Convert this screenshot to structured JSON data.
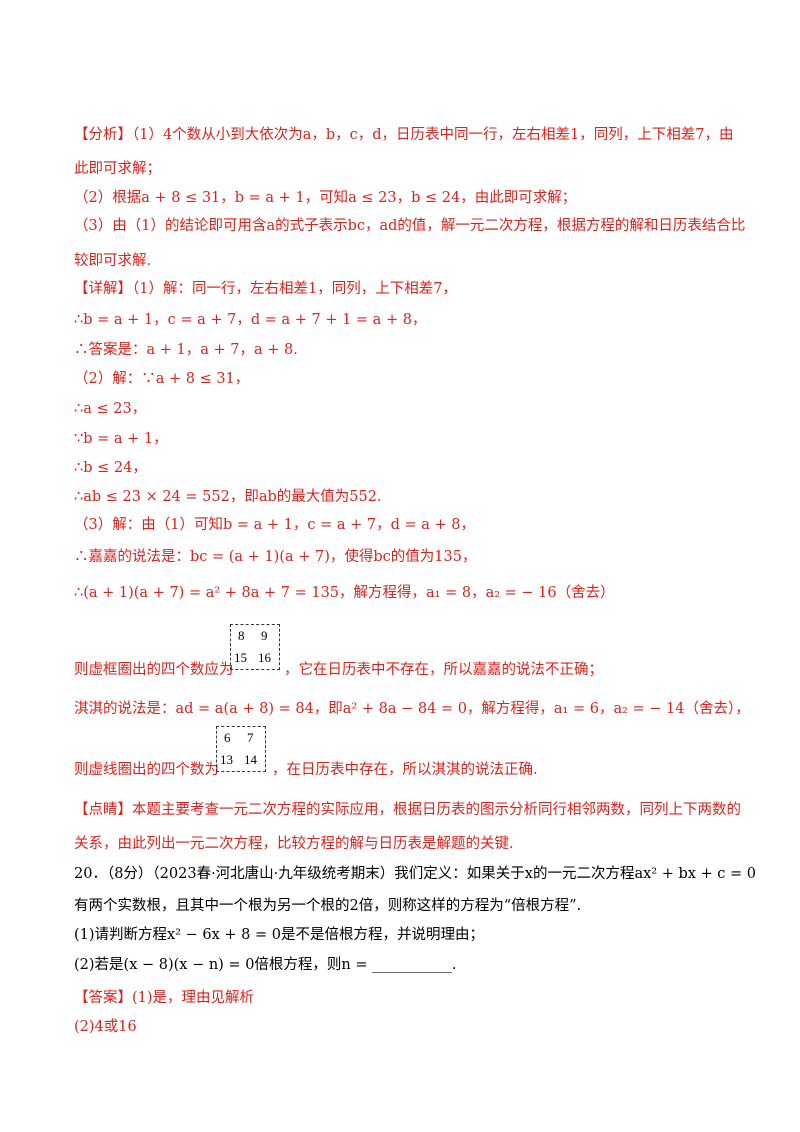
{
  "analysis": {
    "l1": "【分析】（1）4个数从小到大依次为a，b，c，d，日历表中同一行，左右相差1，同列，上下相差7，由",
    "l2": "此即可求解；",
    "l3": "（2）根据a + 8 ≤ 31，b = a + 1，可知a ≤ 23，b ≤ 24，由此即可求解；",
    "l4": "（3）由（1）的结论即可用含a的式子表示bc，ad的值，解一元二次方程，根据方程的解和日历表结合比",
    "l5": "较即可求解."
  },
  "detail": {
    "l1": "【详解】（1）解：同一行，左右相差1，同列，上下相差7，",
    "l2": "∴b = a + 1，c = a + 7，d = a + 7 + 1 = a + 8，",
    "l3": "∴答案是：a + 1，a + 7，a + 8.",
    "l4": "（2）解：∵a + 8 ≤ 31，",
    "l5": "∴a ≤ 23，",
    "l6": "∵b = a + 1，",
    "l7": "∴b ≤ 24，",
    "l8": "∴ab ≤ 23 × 24 = 552，即ab的最大值为552.",
    "l9": "（3）解：由（1）可知b = a + 1，c = a + 7，d = a + 8，",
    "l10": "∴嘉嘉的说法是：bc = (a + 1)(a + 7)，使得bc的值为135，",
    "l11": "∴(a + 1)(a + 7) = a² + 8a + 7 = 135，解方程得，a₁ = 8，a₂ = − 16（舍去）",
    "l12": "则虚框圈出的四个数应为",
    "l12b": "，它在日历表中不存在，所以嘉嘉的说法不正确；",
    "l13": "淇淇的说法是：ad = a(a + 8) = 84，即a² + 8a − 84 = 0，解方程得，a₁ = 6，a₂ = − 14（舍去），",
    "l14": "则虚线圈出的四个数为",
    "l14b": "，在日历表中存在，所以淇淇的说法正确."
  },
  "box1": {
    "n1": "8",
    "n2": "9",
    "n3": "15",
    "n4": "16"
  },
  "box2": {
    "n1": "6",
    "n2": "7",
    "n3": "13",
    "n4": "14"
  },
  "point": {
    "l1": "【点睛】本题主要考查一元二次方程的实际应用，根据日历表的图示分析同行相邻两数，同列上下两数的",
    "l2": "关系，由此列出一元二次方程，比较方程的解与日历表是解题的关键."
  },
  "q20": {
    "l1": "20．（8分）（2023春·河北唐山·九年级统考期末）我们定义：如果关于x的一元二次方程ax² + bx + c = 0",
    "l2": "有两个实数根，且其中一个根为另一个根的2倍，则称这样的方程为“倍根方程”.",
    "l3": "(1)请判断方程x² − 6x + 8 = 0是不是倍根方程，并说明理由；",
    "l4": "(2)若是(x − 8)(x − n) = 0倍根方程，则n = ___________."
  },
  "answer": {
    "l1": "【答案】(1)是，理由见解析",
    "l2": "(2)4或16"
  }
}
